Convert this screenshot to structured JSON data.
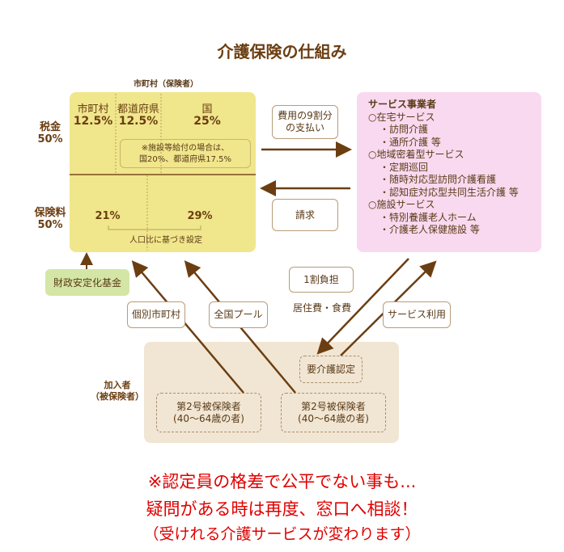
{
  "title": "介護保険の仕組み",
  "insurer_label": "市町村（保険者）",
  "tax": {
    "label": "税金",
    "pct": "50%",
    "municipality": {
      "name": "市町村",
      "pct": "12.5%"
    },
    "prefecture": {
      "name": "都道府県",
      "pct": "12.5%"
    },
    "national": {
      "name": "国",
      "pct": "25%"
    },
    "note_line1": "※施設等給付の場合は、",
    "note_line2": "国20%、都道府県17.5%"
  },
  "premium": {
    "label": "保険料",
    "pct": "50%",
    "left_pct": "21%",
    "right_pct": "29%",
    "basis": "人口比に基づき設定"
  },
  "fund": "財政安定化基金",
  "payment": {
    "line1": "費用の9割分",
    "line2": "の支払い"
  },
  "claim": "請求",
  "provider": {
    "title": "サービス事業者",
    "items": [
      "○在宅サービス",
      "・訪問介護",
      "・通所介護 等",
      "○地域密着型サービス",
      "・定期巡回",
      "・随時対応型訪問介護看護",
      "・認知症対応型共同生活介護 等",
      "○施設サービス",
      "・特別養護老人ホーム",
      "・介護老人保健施設 等"
    ]
  },
  "copay": "1割負担",
  "living_costs": "居住費・食費",
  "individual": "個別市町村",
  "national_pool": "全国プール",
  "service_use": "サービス利用",
  "members": {
    "label1": "加入者",
    "label2": "（被保険者）",
    "care_cert": "要介護認定",
    "insured1": {
      "line1": "第2号被保険者",
      "line2": "(40～64歳の者)"
    },
    "insured2": {
      "line1": "第2号被保険者",
      "line2": "(40～64歳の者)"
    }
  },
  "notice": {
    "line1": "※認定員の格差で公平でない事も...",
    "line2": "疑問がある時は再度、窓口へ相談！",
    "line3": "（受けれる介護サービスが変わります）"
  }
}
